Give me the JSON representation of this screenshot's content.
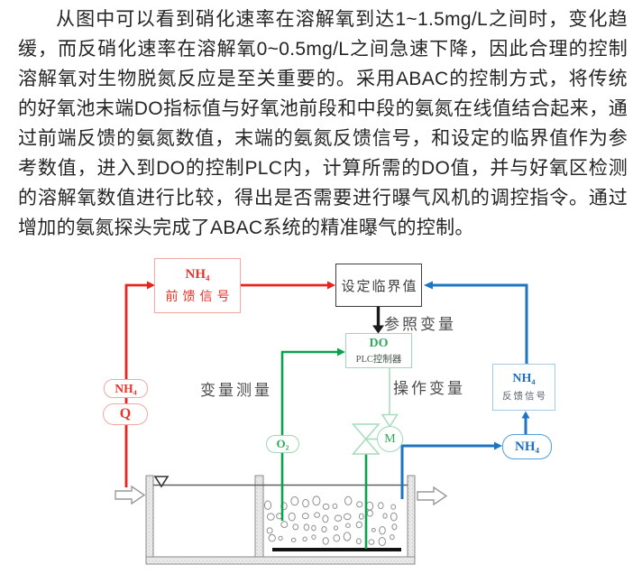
{
  "paragraph": {
    "text": "从图中可以看到硝化速率在溶解氧到达1~1.5mg/L之间时，变化趋缓，而反硝化速率在溶解氧0~0.5mg/L之间急速下降，因此合理的控制溶解氧对生物脱氮反应是至关重要的。采用ABAC的控制方式，将传统的好氧池末端DO指标值与好氧池前段和中段的氨氮在线值结合起来，通过前端反馈的氨氮数值，末端的氨氮反馈信号，和设定的临界值作为参考数值，进入到DO的控制PLC内，计算所需的DO值，并与好氧区检测的溶解氧数值进行比较，得出是否需要进行曝气风机的调控指令。通过增加的氨氮探头完成了ABAC系统的精准曝气的控制。"
  },
  "diagram": {
    "feedforward_box": {
      "title": "NH₄",
      "label": "前馈信号"
    },
    "threshold_box": {
      "label": "设定临界值"
    },
    "do_box": {
      "title": "DO",
      "label": "PLC控制器"
    },
    "feedback_box": {
      "title": "NH₄",
      "label": "反馈信号"
    },
    "sensor_nh4_inlet": "NH₄",
    "sensor_flow": "Q",
    "sensor_o2": "O₂",
    "sensor_nh4_outlet": "NH₄",
    "motor": "M",
    "label_measured": "变量测量",
    "label_reference": "参照变量",
    "label_manipulated": "操作变量",
    "colors": {
      "feedforward_red": "#e8241d",
      "feedforward_red_light": "#f0a9a2",
      "feedback_blue": "#1d76c4",
      "feedback_blue_light": "#a6c9e6",
      "measure_green": "#0ba24d",
      "actuator_green_pale": "#a6dcbb",
      "reference_black": "#2b2b2b"
    }
  }
}
